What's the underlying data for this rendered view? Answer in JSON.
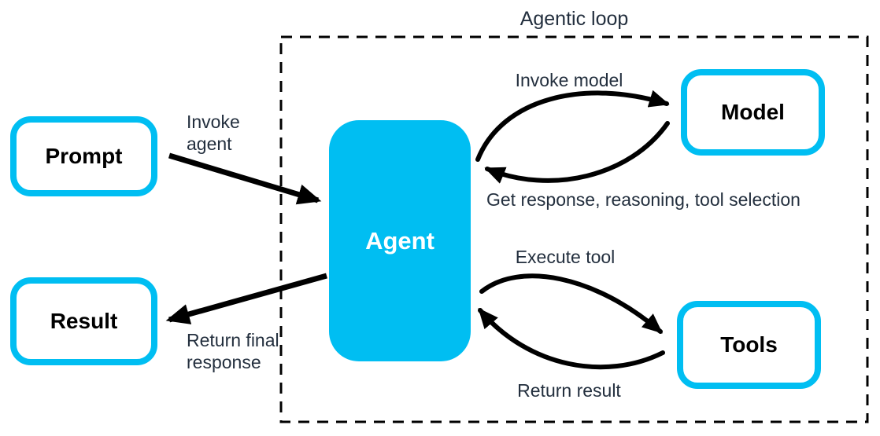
{
  "title": "Agentic loop",
  "colors": {
    "accent_cyan": "#00bef2",
    "arrow_black": "#000000",
    "label_text": "#232f3e",
    "node_text": "#000000",
    "agent_text": "#ffffff"
  },
  "nodes": {
    "prompt": {
      "label": "Prompt"
    },
    "result": {
      "label": "Result"
    },
    "agent": {
      "label": "Agent"
    },
    "model": {
      "label": "Model"
    },
    "tools": {
      "label": "Tools"
    }
  },
  "edges": {
    "invoke_agent": {
      "label": "Invoke agent",
      "from": "Prompt",
      "to": "Agent"
    },
    "return_final_response": {
      "label": "Return final response",
      "from": "Agent",
      "to": "Result"
    },
    "invoke_model": {
      "label": "Invoke model",
      "from": "Agent",
      "to": "Model"
    },
    "get_response": {
      "label": "Get response, reasoning, tool selection",
      "from": "Model",
      "to": "Agent"
    },
    "execute_tool": {
      "label": "Execute tool",
      "from": "Agent",
      "to": "Tools"
    },
    "return_result": {
      "label": "Return result",
      "from": "Tools",
      "to": "Agent"
    }
  }
}
